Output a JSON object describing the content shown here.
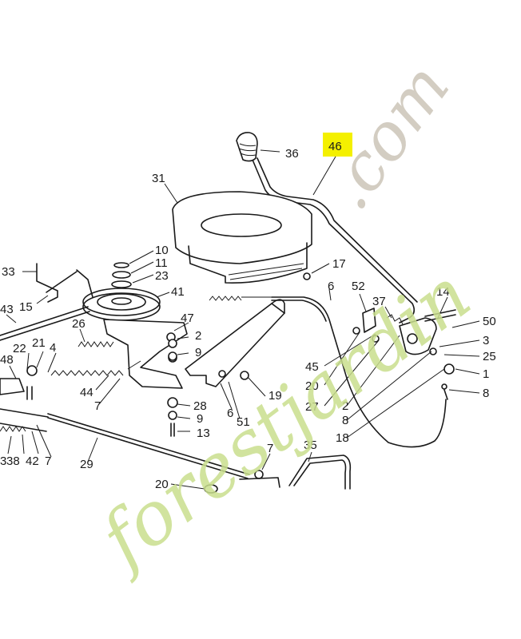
{
  "highlight_color": "#f4f000",
  "watermark": {
    "brand": "forestjardin",
    "domain": ".com",
    "green": "#c9df8e",
    "orange": "#f2b27a",
    "grey": "#cfc8bc"
  },
  "callouts": {
    "c46": "46",
    "c36": "36",
    "c31": "31",
    "c10": "10",
    "c11": "11",
    "c23": "23",
    "c33": "33",
    "c15": "15",
    "c41": "41",
    "c17": "17",
    "c6a": "6",
    "c52": "52",
    "c37": "37",
    "c14": "14",
    "c50": "50",
    "c3": "3",
    "c25": "25",
    "c1": "1",
    "c8a": "8",
    "c43": "43",
    "c26": "26",
    "c47": "47",
    "c2a": "2",
    "c9a": "9",
    "c48": "48",
    "c22": "22",
    "c21": "21",
    "c4": "4",
    "c44": "44",
    "c7a": "7",
    "c45": "45",
    "c20a": "20",
    "c27": "27",
    "c2b": "2",
    "c8b": "8",
    "c18": "18",
    "c28": "28",
    "c9b": "9",
    "c13": "13",
    "c6b": "6",
    "c51": "51",
    "c19": "19",
    "c3b": "3",
    "c38": "38",
    "c42": "42",
    "c7b": "7",
    "c29": "29",
    "c7c": "7",
    "c35": "35",
    "c20b": "20"
  }
}
